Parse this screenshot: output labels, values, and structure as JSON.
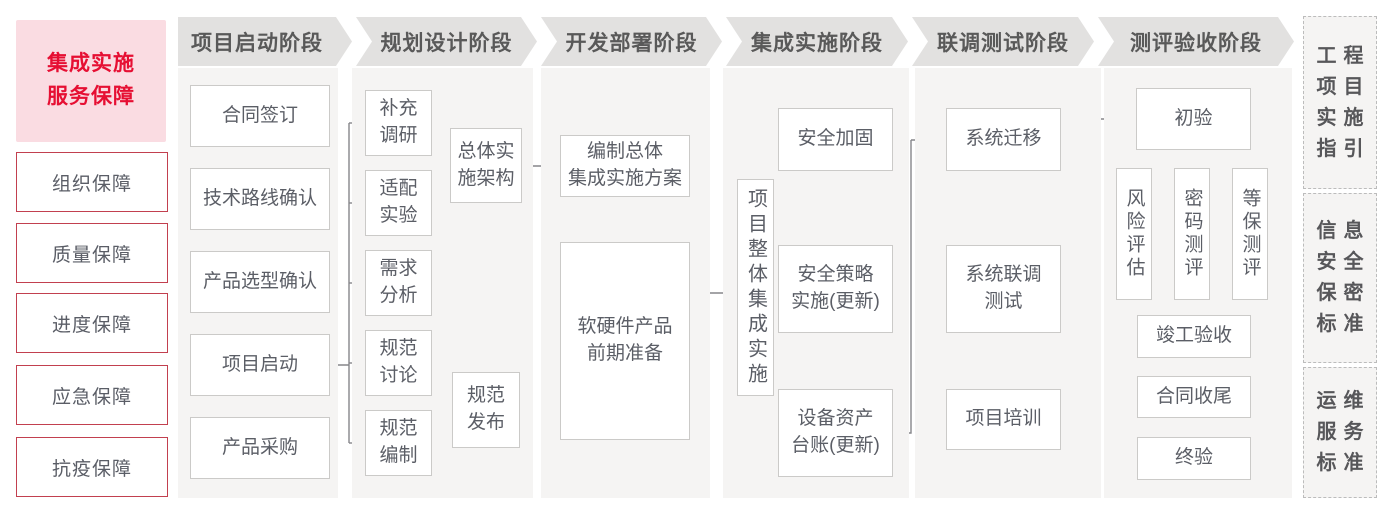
{
  "sidebar": {
    "title": "集成实施\n服务保障",
    "items": [
      "组织保障",
      "质量保障",
      "进度保障",
      "应急保障",
      "抗疫保障"
    ]
  },
  "phases": [
    "项目启动阶段",
    "规划设计阶段",
    "开发部署阶段",
    "集成实施阶段",
    "联调测试阶段",
    "测评验收阶段"
  ],
  "nodes": {
    "contract_signing": "合同签订",
    "tech_route_confirmation": "技术路线确认",
    "product_selection_confirmation": "产品选型确认",
    "project_kickoff": "项目启动",
    "product_procurement": "产品采购",
    "supplementary_research": "补充\n调研",
    "adaptation_experiment": "适配\n实验",
    "requirement_analysis": "需求\n分析",
    "spec_discussion": "规范\n讨论",
    "spec_drafting": "规范\n编制",
    "overall_architecture": "总体实\n施架构",
    "spec_release": "规范\n发布",
    "overall_integration_plan": "编制总体\n集成实施方案",
    "hw_sw_preparation": "软硬件产品\n前期准备",
    "overall_integration_implementation": "项目整体集成实施",
    "security_hardening": "安全加固",
    "security_policy_implementation": "安全策略\n实施(更新)",
    "equipment_asset_ledger": "设备资产\n台账(更新)",
    "system_migration": "系统迁移",
    "system_joint_testing": "系统联调\n测试",
    "project_training": "项目培训",
    "preliminary_acceptance": "初验",
    "risk_assessment": "风险评估",
    "cryptography_evaluation": "密码测评",
    "classified_protection_evaluation": "等保测评",
    "completion_acceptance": "竣工验收",
    "contract_closure": "合同收尾",
    "final_acceptance": "终验"
  },
  "standards": {
    "engineering_project_guide": "工程\n项目\n实施\n指引",
    "info_security_confidentiality": "信息\n安全\n保密\n标准",
    "ops_service_standard": "运维\n服务\n标准"
  },
  "colors": {
    "accent_red": "#e60f33",
    "sidebar_pink": "#fadce2",
    "red_border": "#c2404f",
    "header_gray": "#e2e1e0",
    "panel_gray": "#f5f4f3",
    "box_border_gray": "#cbcac8",
    "line_gray": "#85868a",
    "text_gray": "#5b5e66"
  }
}
